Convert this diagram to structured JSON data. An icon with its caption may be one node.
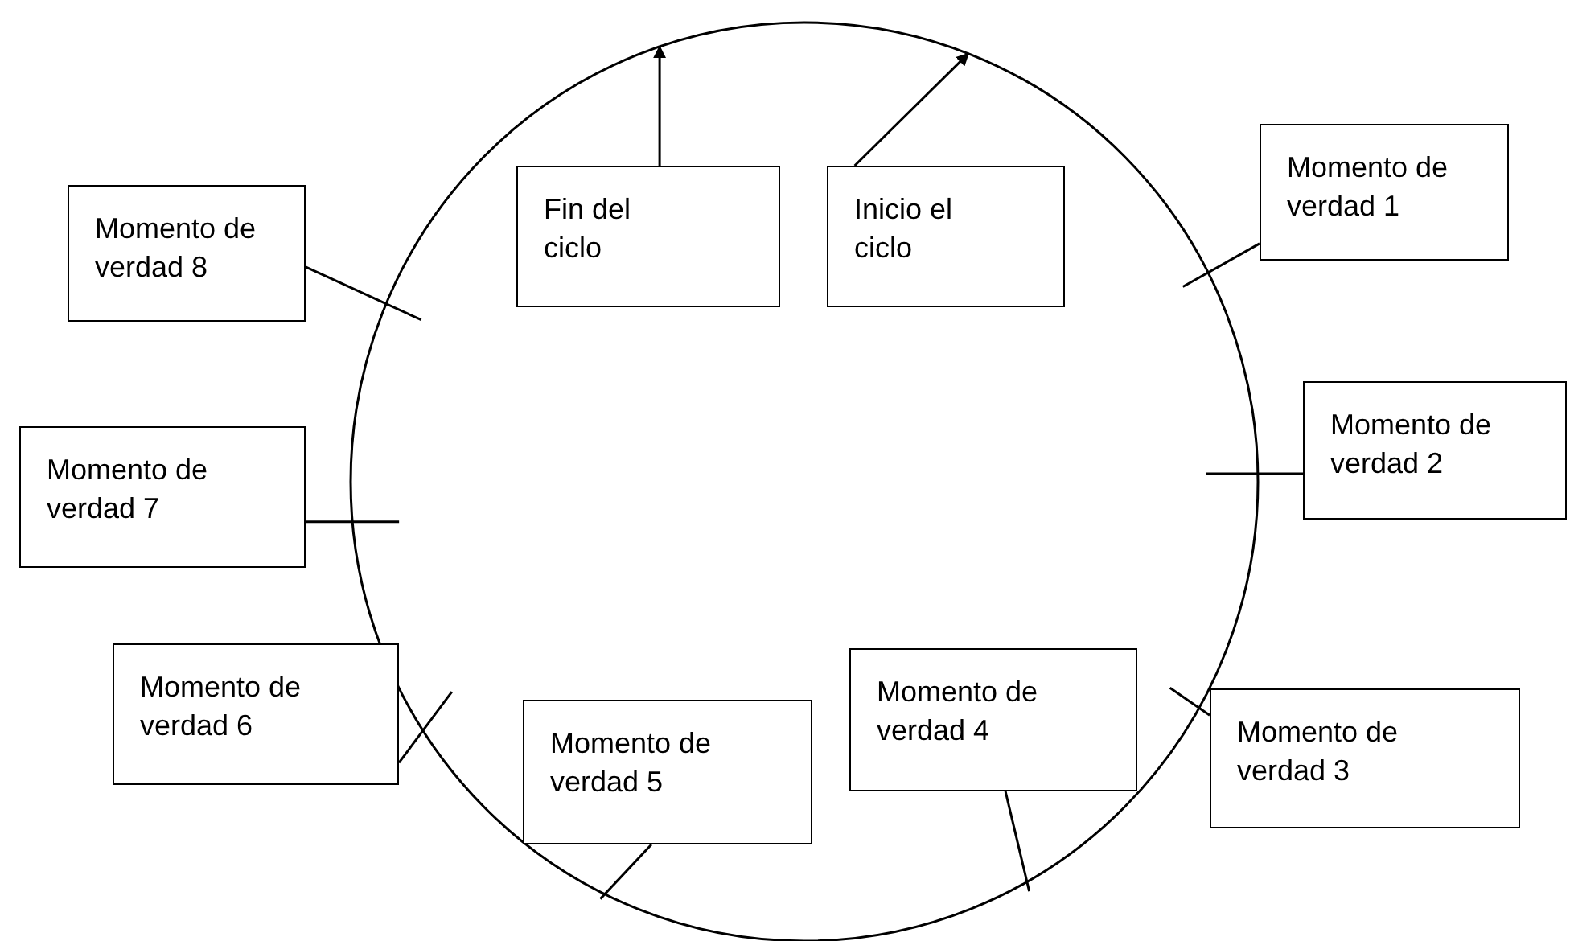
{
  "diagram": {
    "nodes": [
      {
        "text": [],
        "shape": "circle"
      },
      {
        "text": [
          "Momento de verdad 8"
        ]
      },
      {
        "text": [
          "Fin del ciclo"
        ],
        "in": 0
      },
      {
        "text": [
          "Inicio el ciclo"
        ],
        "in": 0
      },
      {
        "text": [
          "Momento de verdad 1"
        ]
      },
      {
        "text": [
          "Momento de verdad 7"
        ]
      },
      {
        "text": [
          "Momento de verdad 2"
        ]
      },
      {
        "text": [
          "Momento de verdad 6"
        ]
      },
      {
        "text": [
          "Momento de verdad 5"
        ],
        "in": 0
      },
      {
        "text": [
          "Momento de verdad 4"
        ],
        "in": 0
      },
      {
        "text": [
          "Momento de verdad 3"
        ]
      }
    ],
    "edges": [
      {
        "from": 2,
        "to": 0,
        "arrow": "to"
      },
      {
        "from": 3,
        "to": 0,
        "arrow": "to"
      },
      {
        "from": 1,
        "to": 0,
        "arrow": "none"
      },
      {
        "from": 4,
        "to": 0,
        "arrow": "none"
      },
      {
        "from": 5,
        "to": 0,
        "arrow": "none"
      },
      {
        "from": 6,
        "to": 0,
        "arrow": "none"
      },
      {
        "from": 7,
        "to": 0,
        "arrow": "none"
      },
      {
        "from": 8,
        "to": 0,
        "arrow": "none"
      },
      {
        "from": 9,
        "to": 0,
        "arrow": "none"
      },
      {
        "from": 10,
        "to": 0,
        "arrow": "none"
      }
    ]
  }
}
